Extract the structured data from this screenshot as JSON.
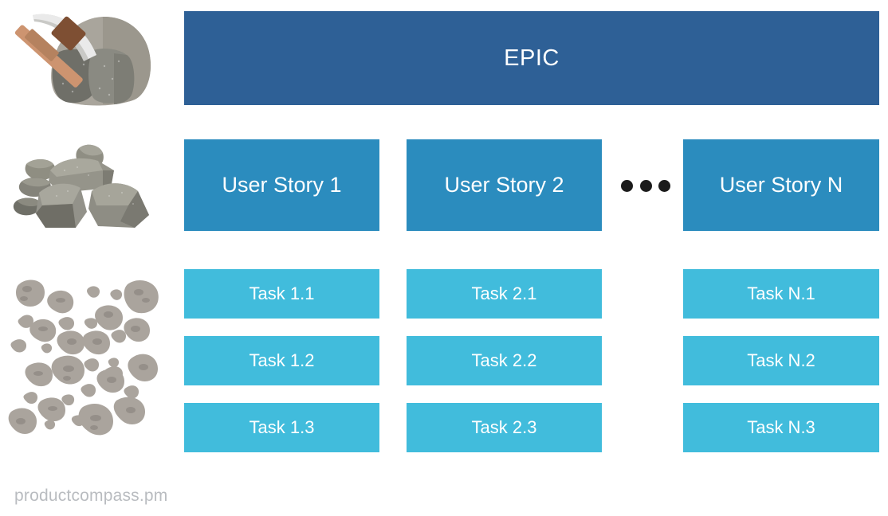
{
  "diagram": {
    "title": "EPIC",
    "type": "hierarchy",
    "levels": [
      {
        "name": "epic-level",
        "label": "EPIC",
        "icon": "boulder-with-pickaxe-icon",
        "color": "#2E6096"
      },
      {
        "name": "user-story-level",
        "icon": "rock-pile-icon",
        "color": "#2B8CBE",
        "items": [
          "User Story 1",
          "User Story 2",
          "User Story N"
        ],
        "ellipsis": "•••"
      },
      {
        "name": "task-level",
        "icon": "gravel-pebbles-icon",
        "color": "#41BCDC",
        "columns": [
          {
            "parent": "User Story 1",
            "items": [
              "Task 1.1",
              "Task 1.2",
              "Task 1.3"
            ]
          },
          {
            "parent": "User Story 2",
            "items": [
              "Task 2.1",
              "Task 2.2",
              "Task 2.3"
            ]
          },
          {
            "parent": "User Story N",
            "items": [
              "Task N.1",
              "Task N.2",
              "Task N.3"
            ]
          }
        ]
      }
    ]
  },
  "epic": {
    "label": "EPIC"
  },
  "stories": {
    "s1": "User Story 1",
    "s2": "User Story 2",
    "s3": "User Story N"
  },
  "tasks": {
    "c1": {
      "r1": "Task 1.1",
      "r2": "Task 1.2",
      "r3": "Task 1.3"
    },
    "c2": {
      "r1": "Task 2.1",
      "r2": "Task 2.2",
      "r3": "Task 2.3"
    },
    "c3": {
      "r1": "Task N.1",
      "r2": "Task N.2",
      "r3": "Task N.3"
    }
  },
  "footer": {
    "attribution": "productcompass.pm"
  },
  "colors": {
    "epic": "#2E6096",
    "story": "#2B8CBE",
    "task": "#41BCDC",
    "text_on_box": "#FFFFFF",
    "footer_text": "#B9BCC0",
    "background": "#FFFFFF",
    "dot": "#1B1B1B"
  }
}
